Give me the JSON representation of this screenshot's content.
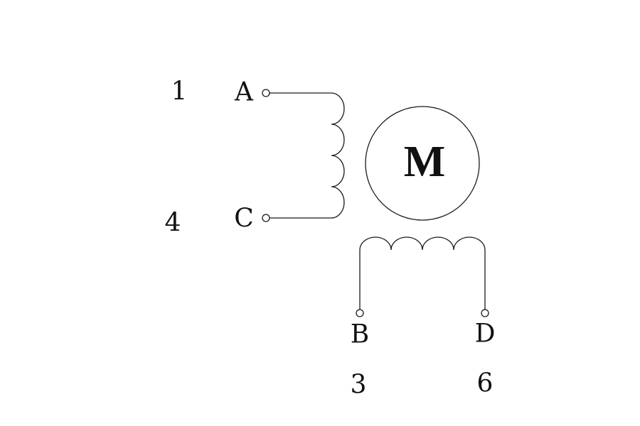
{
  "motor": {
    "label": "M"
  },
  "terminals": {
    "a": {
      "letter": "A",
      "pin": "1"
    },
    "c": {
      "letter": "C",
      "pin": "4"
    },
    "b": {
      "letter": "B",
      "pin": "3"
    },
    "d": {
      "letter": "D",
      "pin": "6"
    }
  }
}
